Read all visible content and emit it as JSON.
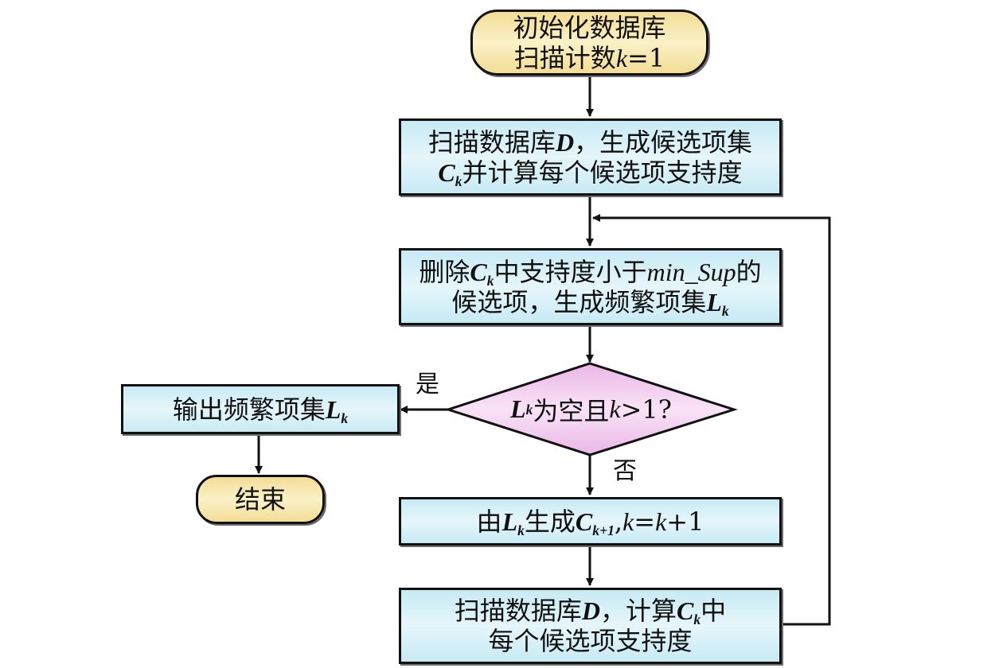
{
  "diagram": {
    "type": "flowchart",
    "title": "Apriori algorithm flowchart",
    "nodes": {
      "start": {
        "shape": "terminal",
        "line1": "初始化数据库",
        "line2_prefix": "扫描计数",
        "line2_var": "k",
        "line2_suffix": "=1"
      },
      "scan_generate": {
        "shape": "process",
        "line1_prefix": "扫描数据库",
        "line1_var": "D",
        "line1_suffix": "，生成候选项集",
        "line2_var": "C",
        "line2_sub": "k",
        "line2_suffix": "并计算每个候选项支持度"
      },
      "prune": {
        "shape": "process",
        "line1_prefix": "删除",
        "line1_var": "C",
        "line1_sub": "k",
        "line1_mid": "中支持度小于",
        "line1_param": "min_Sup",
        "line1_suffix": "的",
        "line2_prefix": "候选项，生成频繁项集",
        "line2_var": "L",
        "line2_sub": "k"
      },
      "decision": {
        "shape": "diamond",
        "var": "L",
        "sub": "k",
        "mid": "为空且",
        "cond_var": "k",
        "cond_suffix": ">1?"
      },
      "output": {
        "shape": "process",
        "prefix": "输出频繁项集",
        "var": "L",
        "sub": "k"
      },
      "end": {
        "shape": "terminal",
        "text": "结束"
      },
      "next_candidates": {
        "shape": "process",
        "prefix": "由",
        "var1": "L",
        "sub1": "k",
        "mid": "生成",
        "var2": "C",
        "sub2": "k+1",
        "sep": ",",
        "assign_var": "k",
        "assign_eq": "=",
        "assign_var2": "k",
        "assign_suffix": "+1"
      },
      "rescan": {
        "shape": "process",
        "line1_prefix": "扫描数据库",
        "line1_var": "D",
        "line1_mid": "，计算",
        "line1_var2": "C",
        "line1_sub": "k",
        "line1_suffix": "中",
        "line2": "每个候选项支持度"
      }
    },
    "edge_labels": {
      "yes": "是",
      "no": "否"
    },
    "edges": [
      {
        "from": "start",
        "to": "scan_generate"
      },
      {
        "from": "scan_generate",
        "to": "prune"
      },
      {
        "from": "prune",
        "to": "decision"
      },
      {
        "from": "decision",
        "to": "output",
        "label": "是"
      },
      {
        "from": "output",
        "to": "end"
      },
      {
        "from": "decision",
        "to": "next_candidates",
        "label": "否"
      },
      {
        "from": "next_candidates",
        "to": "rescan"
      },
      {
        "from": "rescan",
        "to": "prune",
        "note": "loop back"
      }
    ],
    "colors": {
      "process_fill": "#c7eaf4",
      "terminal_fill": "#f3dd95",
      "decision_fill": "#f4c8ef",
      "stroke": "#111111"
    }
  }
}
